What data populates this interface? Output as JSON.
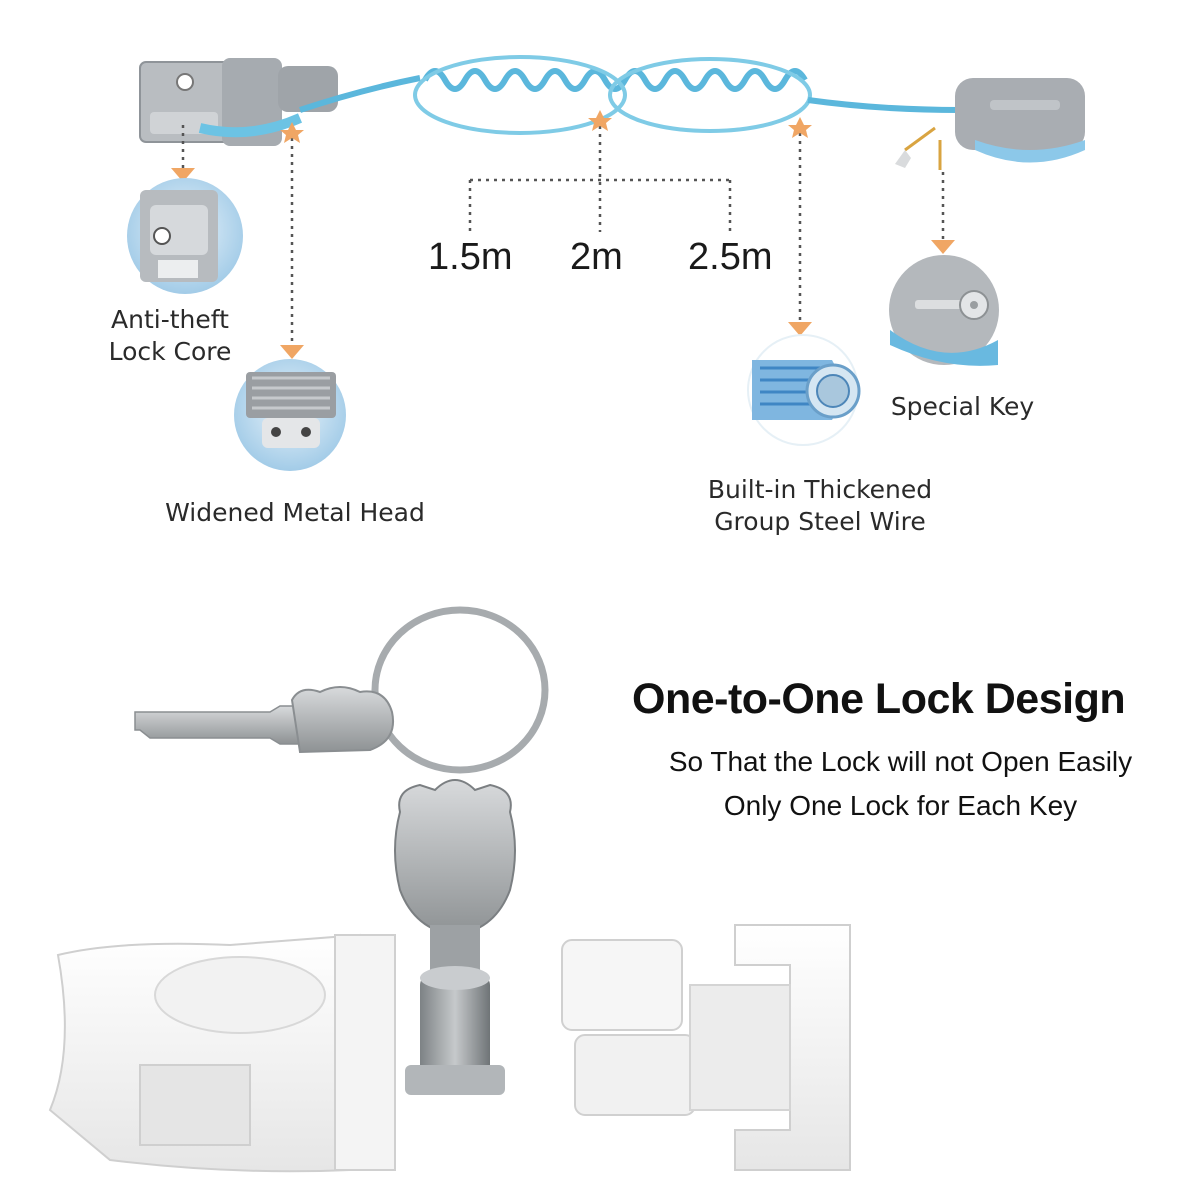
{
  "lengths": [
    "1.5m",
    "2m",
    "2.5m"
  ],
  "features": {
    "lock_core_line1": "Anti-theft",
    "lock_core_line2": "Lock Core",
    "metal_head": "Widened Metal Head",
    "steel_wire_line1": "Built-in Thickened",
    "steel_wire_line2": "Group Steel Wire",
    "special_key": "Special Key"
  },
  "lock_design": {
    "title": "One-to-One Lock Design",
    "line1": "So That the Lock will not  Open Easily",
    "line2": "Only One Lock for Each Key"
  },
  "colors": {
    "cord_blue": "#5bb7dc",
    "strap_gray": "#a9adb2",
    "arrow_orange": "#f0a664",
    "dotted_line": "#555555"
  },
  "icons": [
    "buckle-icon",
    "wristband-icon",
    "key-icon",
    "steel-wire-icon",
    "lock-parts-icon"
  ]
}
